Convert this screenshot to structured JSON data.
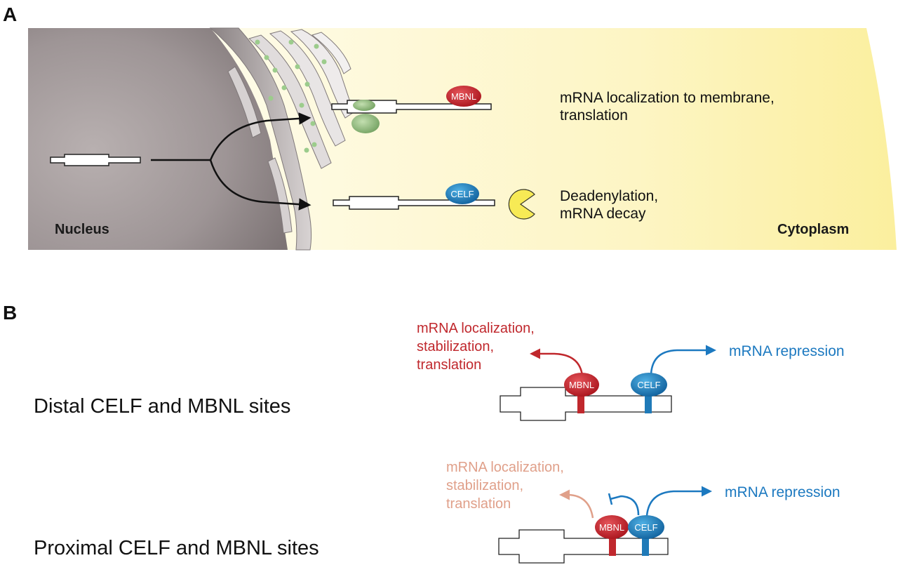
{
  "panel_a": {
    "letter": "A",
    "nucleus_label": "Nucleus",
    "cytoplasm_label": "Cytoplasm",
    "mbnl_badge": "MBNL",
    "celf_badge": "CELF",
    "outcome_top": [
      "mRNA localization to membrane,",
      "translation"
    ],
    "outcome_bottom": [
      "Deadenylation,",
      "mRNA decay"
    ]
  },
  "panel_b": {
    "letter": "B",
    "distal": {
      "label": "Distal CELF and MBNL sites",
      "mbnl_text": [
        "mRNA localization,",
        "stabilization,",
        "translation"
      ],
      "celf_text": "mRNA repression",
      "mbnl_badge": "MBNL",
      "celf_badge": "CELF"
    },
    "proximal": {
      "label": "Proximal CELF and MBNL sites",
      "mbnl_text": [
        "mRNA localization,",
        "stabilization,",
        "translation"
      ],
      "celf_text": "mRNA repression",
      "mbnl_badge": "MBNL",
      "celf_badge": "CELF"
    }
  },
  "colors": {
    "mbnl_red": "#c0282d",
    "mbnl_faded": "#e0a08a",
    "celf_blue": "#1f7ab8",
    "arrow_blue": "#1c79c0",
    "cytoplasm_yellow": "#fdf6b8",
    "nucleus_gray": "#8d8384",
    "pacman_yellow": "#f7ea55"
  }
}
